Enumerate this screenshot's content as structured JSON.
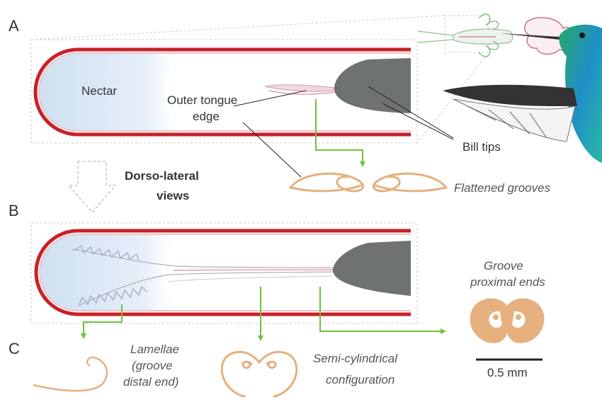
{
  "panels": {
    "a": "A",
    "b": "B",
    "c": "C"
  },
  "labels": {
    "nectar": "Nectar",
    "outer_tongue_edge_line1": "Outer tongue",
    "outer_tongue_edge_line2": "edge",
    "bill_tips": "Bill tips",
    "flattened_grooves": "Flattened grooves",
    "dorso_lateral_line1": "Dorso-lateral",
    "dorso_lateral_line2": "views",
    "groove_proximal_line1": "Groove",
    "groove_proximal_line2": "proximal ends",
    "lamellae_line1": "Lamellae",
    "lamellae_line2": "(groove",
    "lamellae_line3": "distal end)",
    "semi_cyl_line1": "Semi-cylindrical",
    "semi_cyl_line2": "configuration",
    "scale_bar": "0.5 mm"
  },
  "colors": {
    "tube_red": "#c8202a",
    "nectar_blue": "#dde9f6",
    "bill_gray": "#6f7273",
    "arrow_green": "#6cc33a",
    "groove_orange": "#e6b07f",
    "tongue_pink": "#d98a9a"
  },
  "icons": [
    "hummingbird-illustration",
    "flower-illustration",
    "down-arrow-icon"
  ]
}
